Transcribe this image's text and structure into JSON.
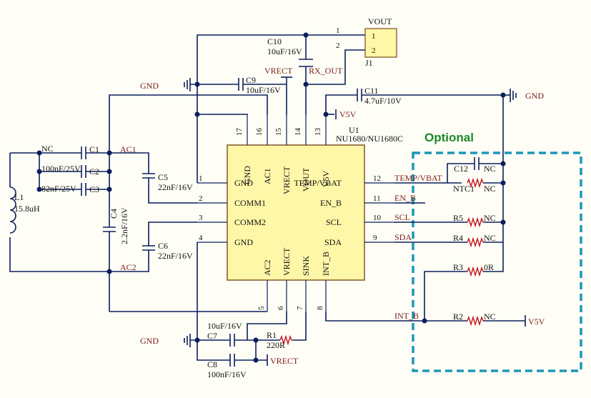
{
  "optional_label": "Optional",
  "ic": {
    "ref": "U1",
    "part": "NU1680/NU1680C",
    "left_pins": [
      {
        "num": "1",
        "name": "GND"
      },
      {
        "num": "2",
        "name": "COMM1"
      },
      {
        "num": "3",
        "name": "COMM2"
      },
      {
        "num": "4",
        "name": "GND"
      }
    ],
    "top_pins": [
      {
        "num": "17",
        "name": "GND"
      },
      {
        "num": "16",
        "name": "AC1"
      },
      {
        "num": "15",
        "name": "VRECT"
      },
      {
        "num": "14",
        "name": "VOUT"
      },
      {
        "num": "13",
        "name": "V5V"
      }
    ],
    "right_pins": [
      {
        "num": "12",
        "name": "TEMP/VBAT"
      },
      {
        "num": "11",
        "name": "EN_B"
      },
      {
        "num": "10",
        "name": "SCL"
      },
      {
        "num": "9",
        "name": "SDA"
      }
    ],
    "bottom_pins": [
      {
        "num": "5",
        "name": "AC2"
      },
      {
        "num": "6",
        "name": "VRECT"
      },
      {
        "num": "7",
        "name": "SINK"
      },
      {
        "num": "8",
        "name": "INT_B"
      }
    ]
  },
  "connector": {
    "ref": "J1",
    "name": "VOUT",
    "pin1": "1",
    "pin2": "2",
    "wire1": "1",
    "wire2": "2"
  },
  "components": {
    "c10": {
      "ref": "C10",
      "value": "10uF/16V"
    },
    "c9": {
      "ref": "C9",
      "value": "10uF/16V"
    },
    "c11": {
      "ref": "C11",
      "value": "4.7uF/10V"
    },
    "c1": {
      "ref": "C1",
      "value": "NC"
    },
    "c2": {
      "ref": "C2",
      "value": "100nF/25V"
    },
    "c3": {
      "ref": "C3",
      "value": "82nF/25V"
    },
    "c4": {
      "ref": "C4",
      "value": "2.2nF/16V"
    },
    "c5": {
      "ref": "C5",
      "value": "22nF/16V"
    },
    "c6": {
      "ref": "C6",
      "value": "22nF/16V"
    },
    "c7": {
      "ref": "C7",
      "value": "10uF/16V"
    },
    "c8": {
      "ref": "C8",
      "value": "100nF/16V"
    },
    "r1": {
      "ref": "R1",
      "value": "220R"
    },
    "l1": {
      "ref": "L1",
      "value": "15.8uH"
    },
    "c12": {
      "ref": "C12",
      "value": "NC"
    },
    "ntc1": {
      "ref": "NTC1",
      "value": "NC"
    },
    "r5": {
      "ref": "R5",
      "value": "NC"
    },
    "r4": {
      "ref": "R4",
      "value": "NC"
    },
    "r3": {
      "ref": "R3",
      "value": "0R"
    },
    "r2": {
      "ref": "R2",
      "value": "NC"
    }
  },
  "nets": {
    "gnd": "GND",
    "vrect": "VRECT",
    "rx_out": "RX_OUT",
    "v5v": "V5V",
    "ac1": "AC1",
    "ac2": "AC2",
    "temp_vbat": "TEMP/VBAT",
    "en_b": "EN_B",
    "scl": "SCL",
    "sda": "SDA",
    "int_b": "INT_B"
  }
}
